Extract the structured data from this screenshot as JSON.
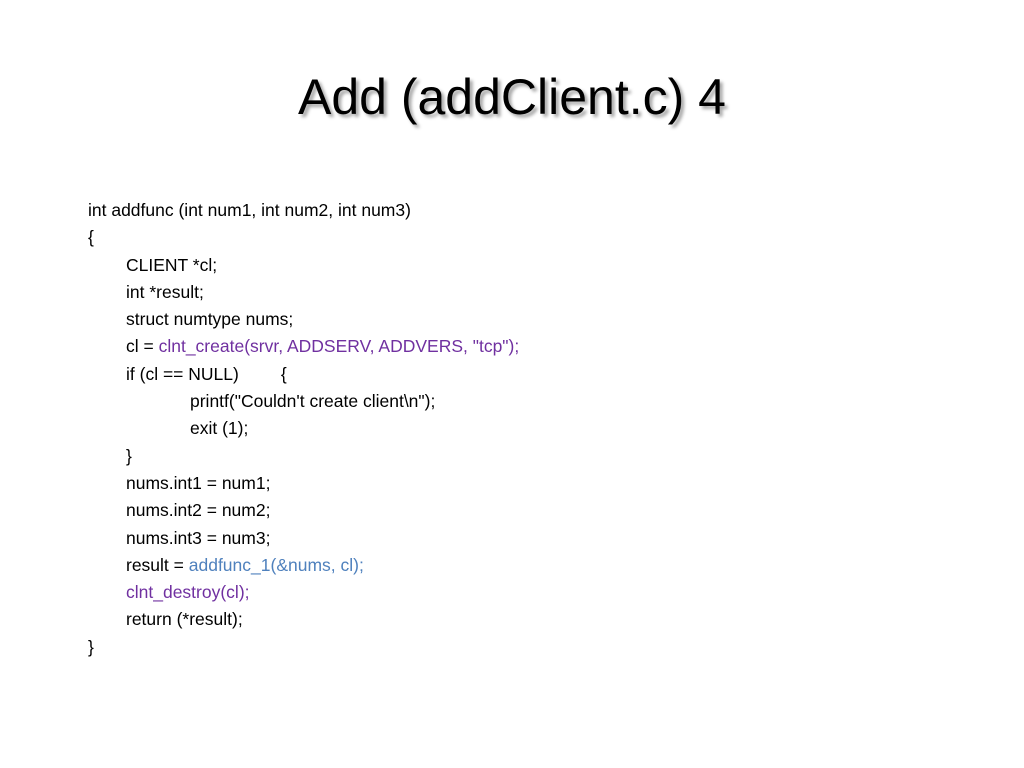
{
  "slide": {
    "title": "Add (addClient.c) 4"
  },
  "colors": {
    "text": "#000000",
    "purple": "#7030A0",
    "blue": "#4F81BD"
  },
  "code": {
    "l1": "int addfunc (int num1, int num2, int num3)",
    "l2": "{",
    "l3": "CLIENT *cl;",
    "l4": "int *result;",
    "l5": "struct numtype nums;",
    "l6_prefix": "cl = ",
    "l6_call": "clnt_create(srvr, ADDSERV, ADDVERS, \"tcp\");",
    "l7_cond": "if (cl == NULL)",
    "l7_brace": "{",
    "l8": "printf(\"Couldn't create client\\n\");",
    "l9": "exit (1);",
    "l10": "}",
    "l11": "nums.int1 = num1;",
    "l12": "nums.int2 = num2;",
    "l13": "nums.int3 = num3;",
    "l14_prefix": "result = ",
    "l14_call": "addfunc_1(&nums, cl);",
    "l15": "clnt_destroy(cl);",
    "l16": "return (*result);",
    "l17": "}"
  }
}
